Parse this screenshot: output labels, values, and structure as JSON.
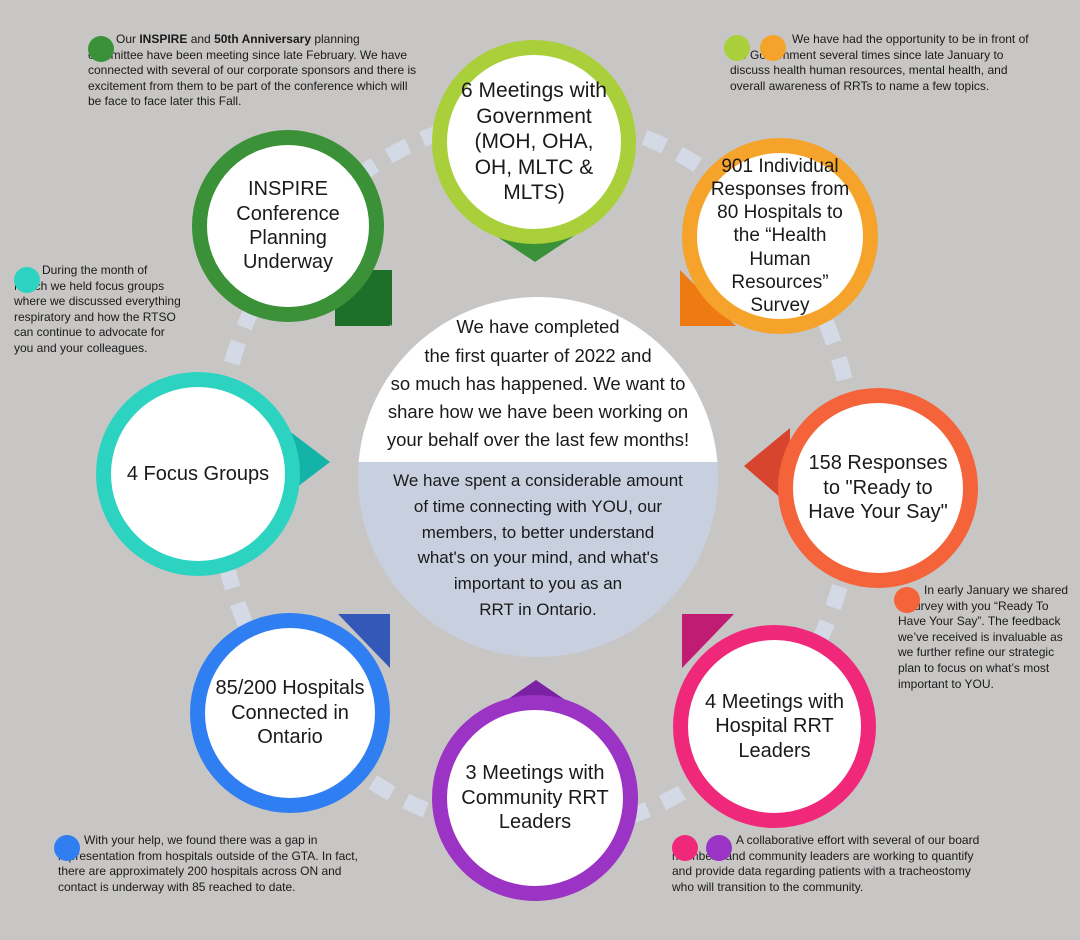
{
  "center": {
    "top_text": "We have completed\nthe first quarter of 2022 and\nso much has happened. We want to\nshare how we have been working on\nyour behalf over the last few months!",
    "bottom_text": "We have spent a considerable amount\nof time connecting with YOU, our\nmembers, to better understand\nwhat's on your mind, and what's\nimportant to you as an\nRRT in Ontario."
  },
  "nodes": {
    "government": "6 Meetings with Government (MOH, OHA, OH, MLTC & MLTS)",
    "inspire": "INSPIRE Conference Planning Underway",
    "hhr_survey": "901 Individual Responses from 80 Hospitals to the “Health Human Resources” Survey",
    "focus_groups": "4 Focus Groups",
    "ready_say": "158 Responses to \"Ready to Have Your Say\"",
    "hospitals": "85/200 Hospitals Connected in Ontario",
    "hospital_rrt": "4 Meetings with Hospital RRT Leaders",
    "community_rrt": "3 Meetings with Community RRT Leaders"
  },
  "notes": {
    "inspire": {
      "pre": "Our ",
      "bold1": "INSPIRE",
      "mid": " and ",
      "bold2": "50th Anniversary",
      "post": " planning committee have been meeting since late February. We have connected with several of our corporate sponsors and there is excitement from them to be part of the conference which will be face to face later this Fall."
    },
    "government": "We have had the opportunity to be in front of the Government several times since late January to discuss health human resources, mental health, and overall awareness of RRTs to name a few topics.",
    "focus": "During the month of March we held focus groups where we discussed everything respiratory and how the RTSO can continue to advocate for you and your colleagues.",
    "ready": "In early January we shared a survey with you “Ready To Have Your Say”. The feedback we’ve received is invaluable as we further refine our strategic plan to focus on what’s most important to YOU.",
    "hospitals": "With your help, we found there was a gap in representation from hospitals outside of the GTA. In fact, there are approximately 200 hospitals across ON and contact is underway with 85 reached to date.",
    "community": "A collaborative effort with several of our board members and community leaders are working to quantify and provide data regarding patients with a tracheostomy who will transition to the community."
  },
  "colors": {
    "background": "#c8c6c4",
    "government": "#a9cf3b",
    "inspire": "#3a9138",
    "hhr_survey": "#f5a32a",
    "focus_groups": "#2bd3c0",
    "ready_say": "#f5633a",
    "hospitals": "#2f7ef2",
    "hospital_rrt": "#f0287a",
    "community_rrt": "#9b33c4",
    "ring": "#d4d9e6",
    "center_bottom": "#c8d0e0"
  }
}
